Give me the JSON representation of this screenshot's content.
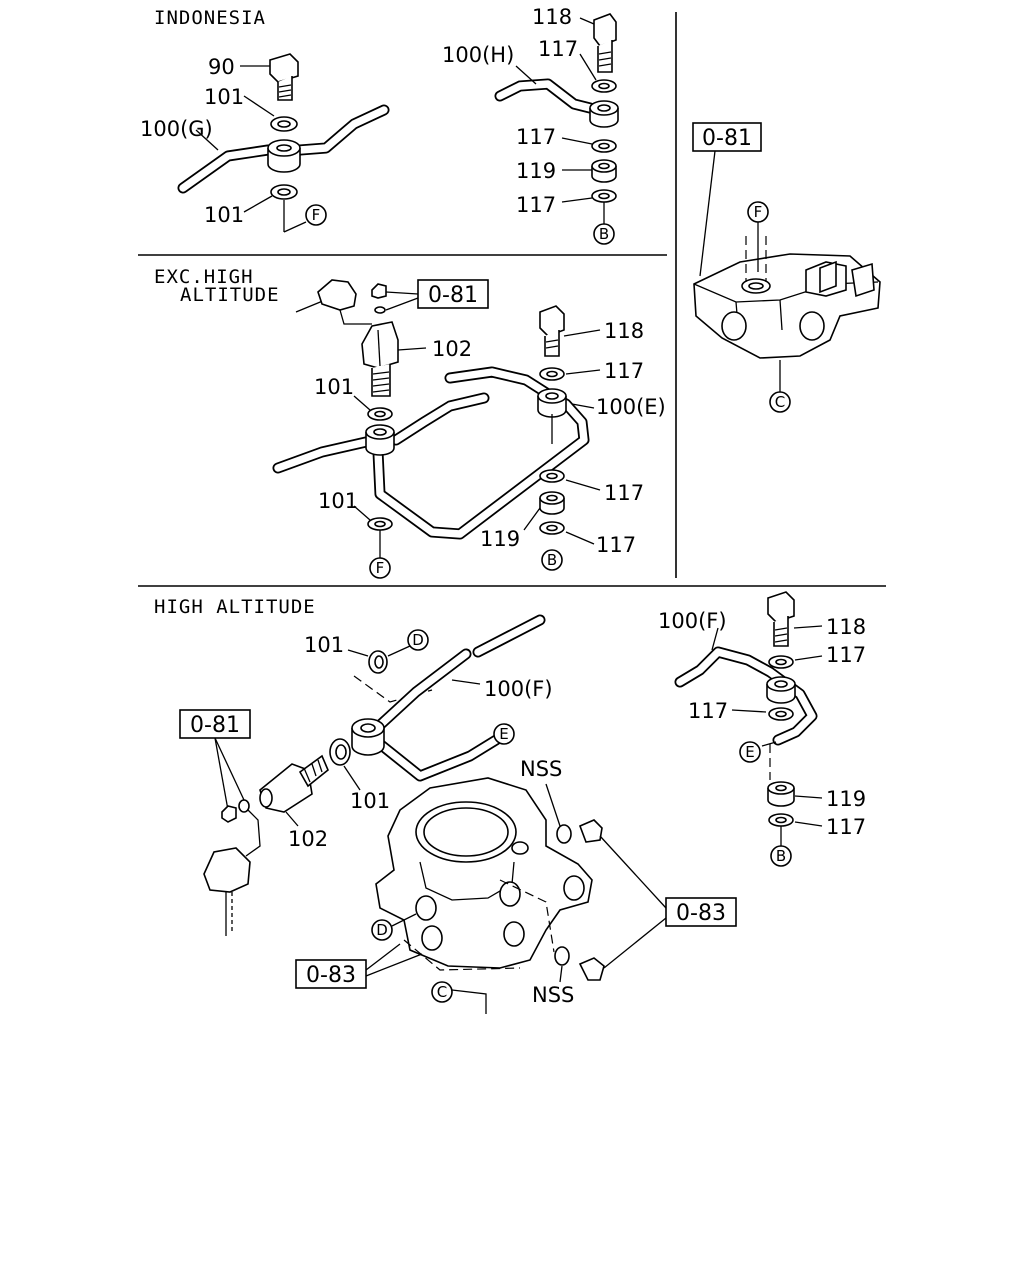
{
  "sections": {
    "indonesia": "INDONESIA",
    "exc_high_altitude": [
      "EXC.HIGH",
      "ALTITUDE"
    ],
    "high_altitude": "HIGH ALTITUDE"
  },
  "refs": {
    "ref_081": "0-81",
    "ref_083": "0-83"
  },
  "parts": {
    "p90": "90",
    "p101": "101",
    "p102": "102",
    "p117": "117",
    "p118": "118",
    "p119": "119",
    "p100g": "100(G)",
    "p100h": "100(H)",
    "p100e": "100(E)",
    "p100f": "100(F)",
    "nss": "NSS"
  },
  "connectors": {
    "b": "B",
    "c": "C",
    "d": "D",
    "e": "E",
    "f": "F"
  }
}
